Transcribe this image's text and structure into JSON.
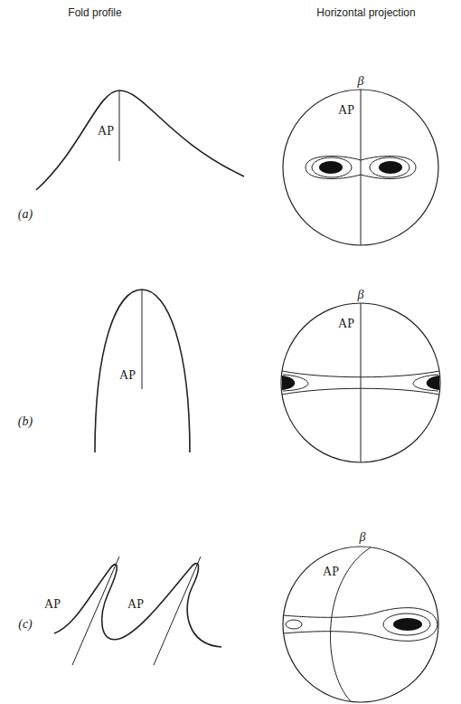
{
  "diagram": {
    "labels": [
      "Fold profile",
      "Horizontal projection",
      "β",
      "AP",
      "AP",
      "(a)",
      "β",
      "AP",
      "AP",
      "(b)",
      "β",
      "AP",
      "AP",
      "AP",
      "(c)"
    ]
  }
}
